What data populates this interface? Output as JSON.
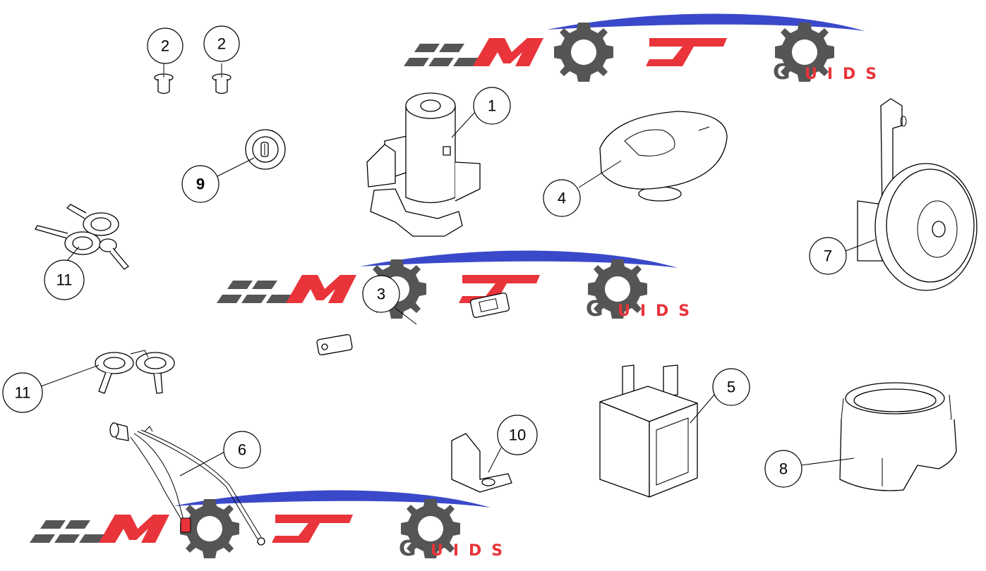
{
  "watermark": {
    "letters": "UIDS",
    "initial": "G"
  },
  "callouts": [
    {
      "id": "c2a",
      "label": "2",
      "bold": false
    },
    {
      "id": "c2b",
      "label": "2",
      "bold": false
    },
    {
      "id": "c1",
      "label": "1",
      "bold": false
    },
    {
      "id": "c9",
      "label": "9",
      "bold": true
    },
    {
      "id": "c4",
      "label": "4",
      "bold": false
    },
    {
      "id": "c7",
      "label": "7",
      "bold": false
    },
    {
      "id": "c11a",
      "label": "11",
      "bold": false
    },
    {
      "id": "c3",
      "label": "3",
      "bold": false
    },
    {
      "id": "c11b",
      "label": "11",
      "bold": false
    },
    {
      "id": "c5",
      "label": "5",
      "bold": false
    },
    {
      "id": "c10",
      "label": "10",
      "bold": false
    },
    {
      "id": "c6",
      "label": "6",
      "bold": false
    },
    {
      "id": "c8",
      "label": "8",
      "bold": false
    }
  ]
}
